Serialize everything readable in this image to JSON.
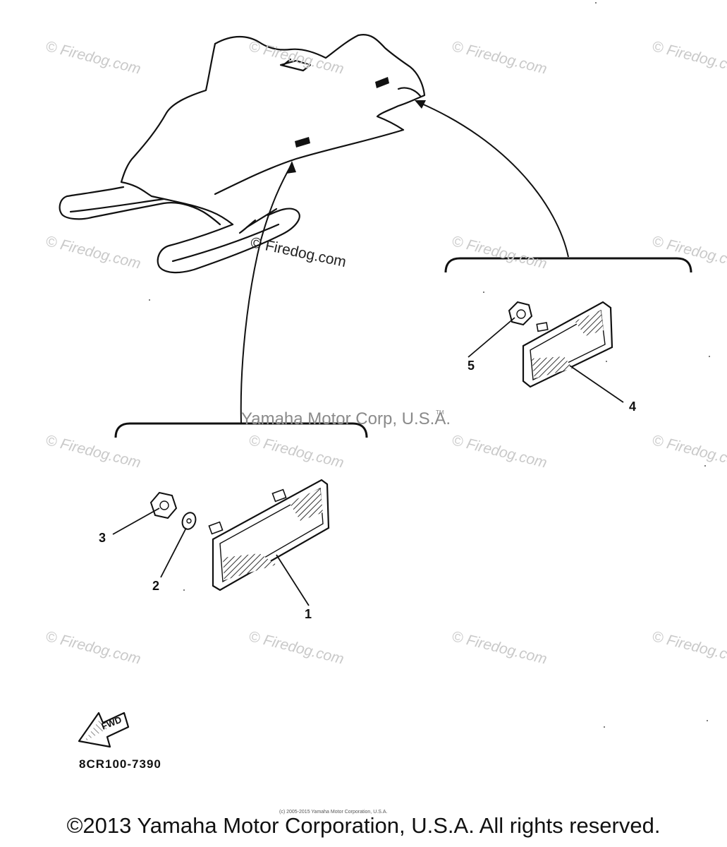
{
  "watermarks": {
    "text": "© Firedog.com",
    "center_text": "© Firedog.com",
    "yamaha_text": "Yamaha Motor Corp, U.S.A.",
    "tm": "TM"
  },
  "callouts": {
    "c1": "1",
    "c2": "2",
    "c3": "3",
    "c4": "4",
    "c5": "5"
  },
  "fwd_label": "FWD",
  "diagram_code": "8CR100-7390",
  "small_credit": "(c) 2005-2015 Yamaha Motor Corporation, U.S.A.",
  "copyright": "©2013 Yamaha Motor Corporation, U.S.A. All rights reserved.",
  "colors": {
    "line": "#111111",
    "watermark": "#c9c9c9",
    "yamaha_mark": "#8a8a8a"
  }
}
